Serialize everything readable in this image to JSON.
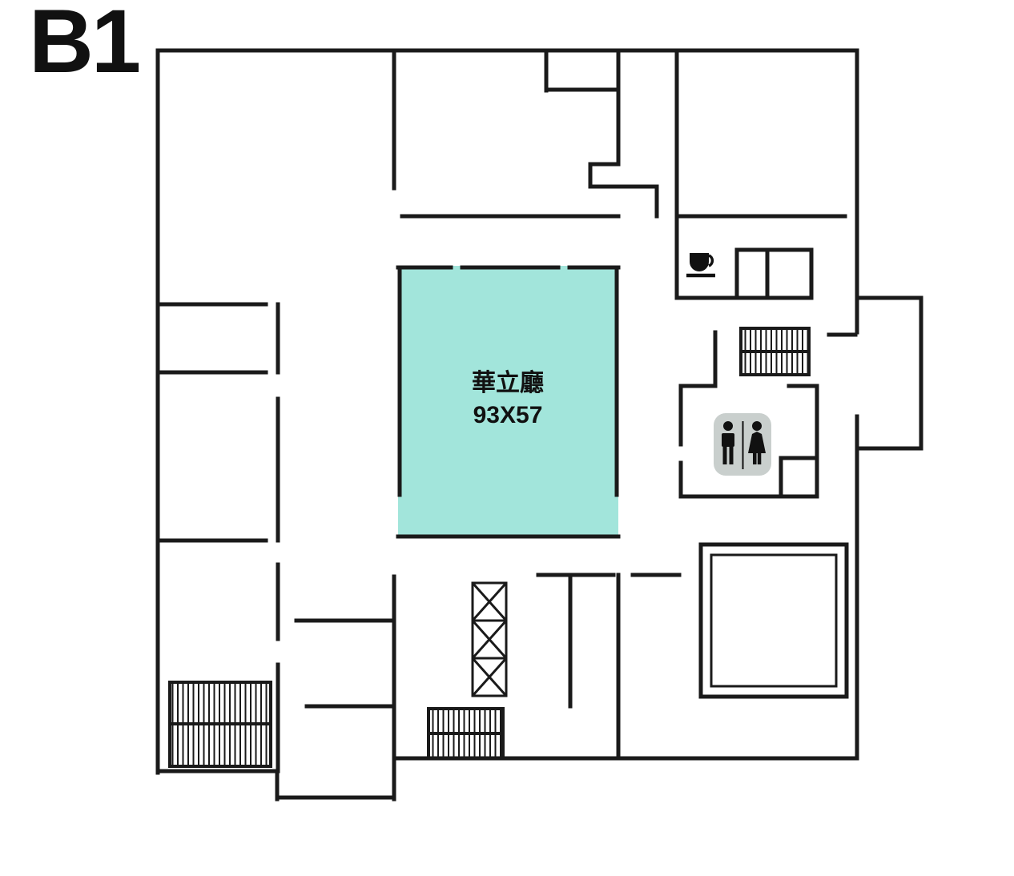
{
  "page": {
    "floor_label": "B1",
    "background": "#ffffff"
  },
  "rooms": {
    "hall": {
      "name": "華立廳",
      "dimensions": "93X57"
    }
  },
  "colors": {
    "wall": "#1a1a1a",
    "highlight_room": "#a2e5db",
    "restroom_badge": "#c9cfcd",
    "icon_black": "#111111"
  },
  "icons": {
    "coffee": "coffee-icon",
    "male_restroom": "male-restroom-icon",
    "female_restroom": "female-restroom-icon"
  },
  "symbols": {
    "stairs": [
      "stairs-upper-right",
      "stairs-bottom-center",
      "stairs-bottom-left"
    ],
    "elevator": "elevator-shaft"
  }
}
